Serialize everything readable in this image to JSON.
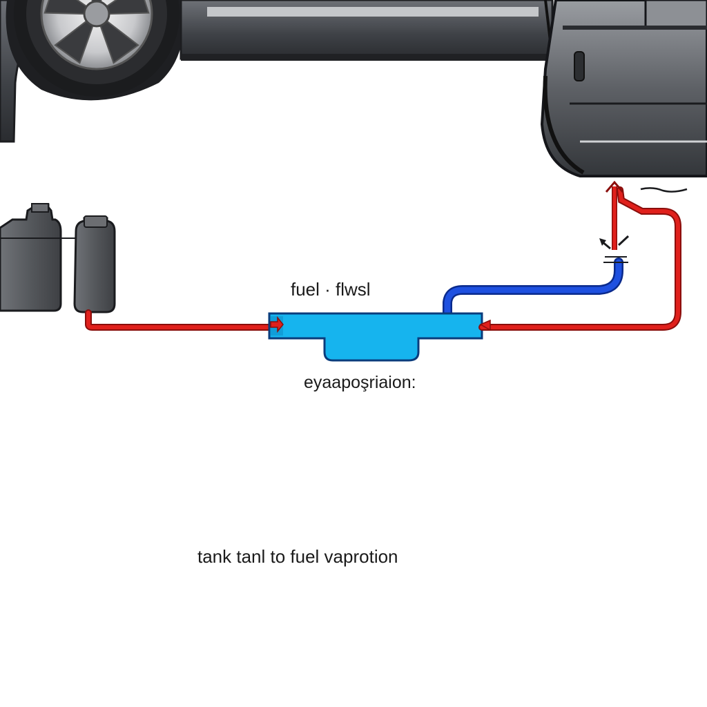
{
  "labels": {
    "flow": "fuel · flwsl",
    "evaporation": "eyaapoşriaion:",
    "caption": "tank tanl to fuel vaprotion"
  },
  "colors": {
    "fuel_line_red": "#e0201c",
    "vapor_line_blue": "#1e50e0",
    "canister_blue": "#16b4ee",
    "canister_outline": "#0a3c7c",
    "car_body": "#4a4d52",
    "car_body_dark": "#2a2c30",
    "tank_fill": "#5a5c60"
  },
  "icons": [
    "car-body",
    "wheel-icon",
    "fuel-tank-icon",
    "arrow-icon",
    "evap-canister"
  ]
}
